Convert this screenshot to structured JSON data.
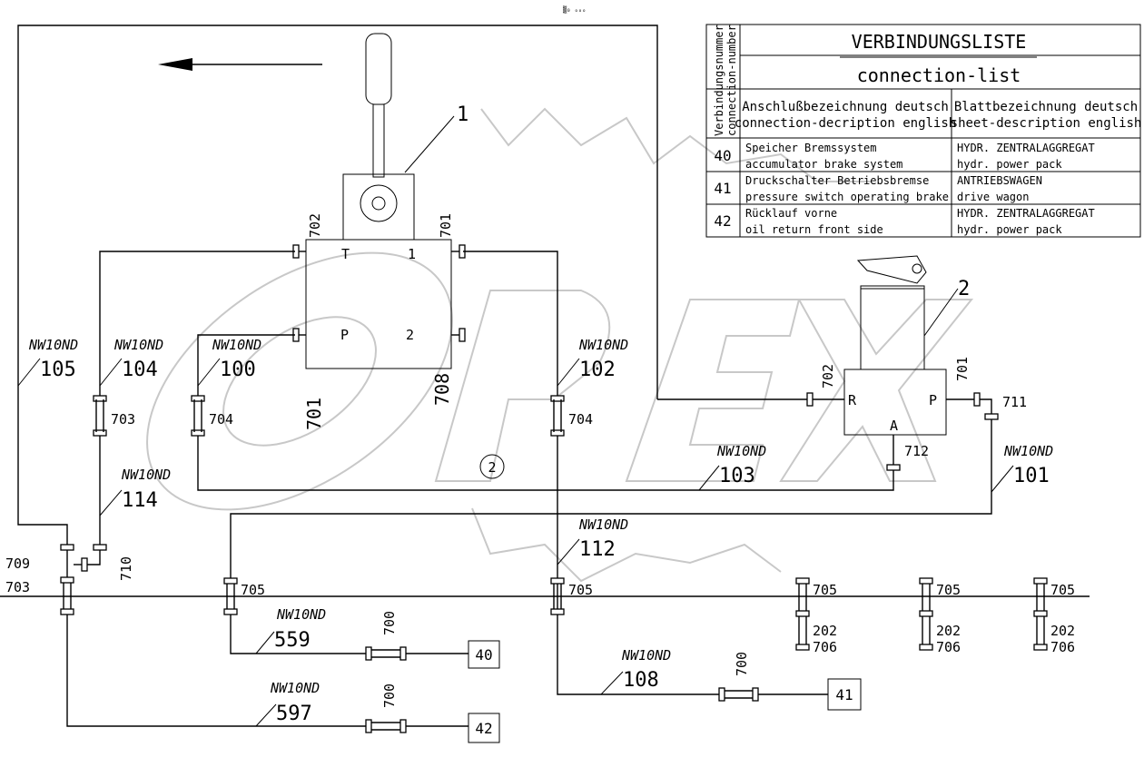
{
  "top_mark": "▒₀ ₒₒₒ",
  "watermark": {
    "text": "OPEX",
    "color": "#c8c8c8"
  },
  "table": {
    "title_de": "VERBINDUNGSLISTE",
    "title_en": "connection-list",
    "side_label_1": "Verbindungsnummer",
    "side_label_2": "connection-number",
    "col_a_1": "Anschlußbezeichnung deutsch",
    "col_a_2": "connection-decription english",
    "col_b_1": "Blattbezeichnung deutsch",
    "col_b_2": "sheet-description english",
    "rows": [
      {
        "num": "40",
        "a1": "Speicher Bremssystem",
        "a2": "accumulator brake system",
        "b1": "HYDR. ZENTRALAGGREGAT",
        "b2": "hydr. power pack"
      },
      {
        "num": "41",
        "a1": "Druckschalter Betriebsbremse",
        "a2": "pressure switch operating brake",
        "b1": "ANTRIEBSWAGEN",
        "b2": "drive wagon"
      },
      {
        "num": "42",
        "a1": "Rücklauf vorne",
        "a2": "oil return front side",
        "b1": "HYDR. ZENTRALAGGREGAT",
        "b2": "hydr. power pack"
      }
    ]
  },
  "components": {
    "valve_number": "1",
    "switch_number": "2",
    "circle_label": "2"
  },
  "ports": {
    "T": "T",
    "one": "1",
    "P": "P",
    "two": "2",
    "R": "R",
    "A": "A",
    "P2": "P"
  },
  "fitting_codes": {
    "c702a": "702",
    "c701a": "701",
    "c702b": "702",
    "c701b": "701",
    "c703": "703",
    "c704a": "704",
    "c704b": "704",
    "c711": "711",
    "c712": "712",
    "c709": "709",
    "c703b": "703",
    "c710": "710",
    "c705a": "705",
    "c705b": "705",
    "c705c": "705",
    "c705d": "705",
    "c705e": "705",
    "c202a": "202",
    "c706a": "706",
    "c202b": "202",
    "c706b": "706",
    "c202c": "202",
    "c706c": "706",
    "c700a": "700",
    "c700b": "700",
    "c700c": "700"
  },
  "mid_labels": {
    "m701": "701",
    "m708": "708"
  },
  "lines": {
    "nw105": "NW10ND",
    "l105": "105",
    "nw104": "NW10ND",
    "l104": "104",
    "nw100": "NW10ND",
    "l100": "100",
    "nw102": "NW10ND",
    "l102": "102",
    "nw103": "NW10ND",
    "l103": "103",
    "nw101": "NW10ND",
    "l101": "101",
    "nw114": "NW10ND",
    "l114": "114",
    "nw112": "NW10ND",
    "l112": "112",
    "nw559": "NW10ND",
    "l559": "559",
    "nw108": "NW10ND",
    "l108": "108",
    "nw597": "NW10ND",
    "l597": "597"
  },
  "refs": {
    "r40": "40",
    "r41": "41",
    "r42": "42"
  }
}
